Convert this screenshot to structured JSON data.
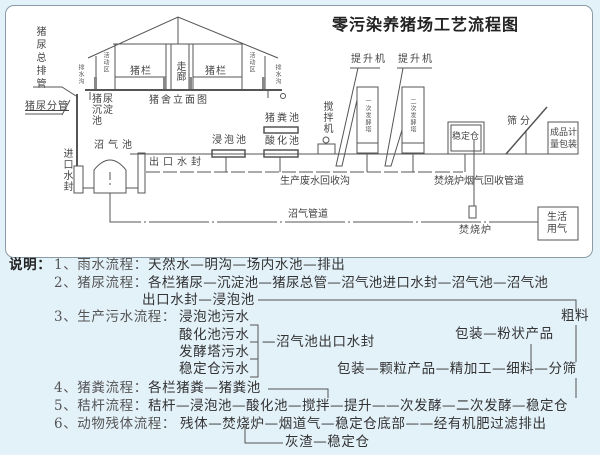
{
  "title": "零污染养猪场工艺流程图",
  "diagram": {
    "urine_main_pipe": "猪尿总排管",
    "urine_branch_pipe": "猪尿分管",
    "drain_ditch": "排水沟",
    "activity_area": "活动区",
    "pig_pen": "猪栏",
    "corridor": "走廊",
    "urine_settling_tank": "猪尿沉淀池",
    "pigsty_elevation": "猪舍立面图",
    "inlet_water_seal": "进口水封",
    "biogas_digester": "沼气池",
    "outlet_water_seal": "出口水封",
    "soaking_tank": "浸泡池",
    "manure_tank": "猪粪池",
    "acidification_tank": "酸化池",
    "mixer": "搅拌机",
    "elevator": "提升机",
    "first_fermenter": "一次发酵塔",
    "second_fermenter": "二次发酵塔",
    "stabilization_bin": "稳定仓",
    "screening": "筛分",
    "packaging": "成品计量包装",
    "wastewater_ditch": "生产废水回收沟",
    "flue_gas_pipe": "焚烧炉烟气回收管道",
    "biogas_pipe": "沼气管道",
    "incinerator": "焚烧炉",
    "domestic_gas": "生活用气"
  },
  "notes": {
    "heading": "说明：",
    "rain": {
      "label": "1、雨水流程：",
      "flow": "天然水—明沟—场内水池—排出"
    },
    "urine": {
      "label": "2、猪尿流程：",
      "flow": "各栏猪尿—沉淀池—猪尿总管—沼气池进口水封—沼气池—沼气池",
      "flow2": "出口水封—浸泡池"
    },
    "wastewater": {
      "label": "3、生产污水流程：",
      "items": [
        "浸泡池污水",
        "酸化池污水",
        "发酵塔污水",
        "稳定仓污水"
      ],
      "target": "—沼气池出口水封"
    },
    "coarse": "粗料",
    "powder": "包装—粉状产品",
    "granule": "包装—颗粒产品—精加工—细料—分筛",
    "manure": {
      "label": "4、猪粪流程：",
      "flow": "各栏猪粪—猪粪池"
    },
    "straw": {
      "label": "5、秸杆流程：",
      "flow": "秸杆—浸泡池—酸化池—搅拌—提升——次发酵—二次发酵—稳定仓"
    },
    "carcass": {
      "label": "6、动物残体流程：",
      "flow": "残体—焚烧炉—烟道气—稳定仓底部——经有机肥过滤排出",
      "ash": "灰渣—稳定仓"
    }
  }
}
